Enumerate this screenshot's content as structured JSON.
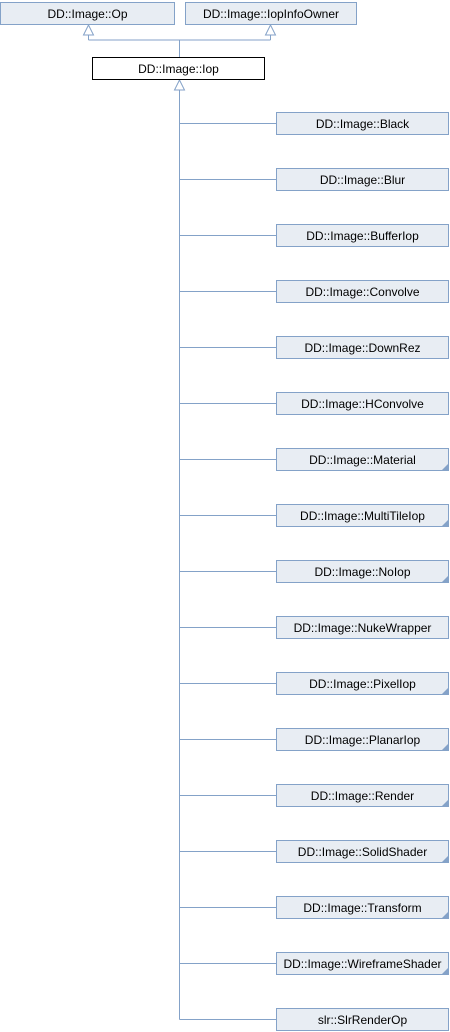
{
  "bases": [
    {
      "label": "DD::Image::Op",
      "name": "node-op"
    },
    {
      "label": "DD::Image::IopInfoOwner",
      "name": "node-iopinfoowner"
    }
  ],
  "current": {
    "label": "DD::Image::Iop"
  },
  "children": [
    {
      "label": "DD::Image::Black",
      "name": "node-black",
      "has_more": false
    },
    {
      "label": "DD::Image::Blur",
      "name": "node-blur",
      "has_more": false
    },
    {
      "label": "DD::Image::BufferIop",
      "name": "node-bufferiop",
      "has_more": false
    },
    {
      "label": "DD::Image::Convolve",
      "name": "node-convolve",
      "has_more": false
    },
    {
      "label": "DD::Image::DownRez",
      "name": "node-downrez",
      "has_more": false
    },
    {
      "label": "DD::Image::HConvolve",
      "name": "node-hconvolve",
      "has_more": false
    },
    {
      "label": "DD::Image::Material",
      "name": "node-material",
      "has_more": true
    },
    {
      "label": "DD::Image::MultiTileIop",
      "name": "node-multitileiop",
      "has_more": true
    },
    {
      "label": "DD::Image::NoIop",
      "name": "node-noiop",
      "has_more": true
    },
    {
      "label": "DD::Image::NukeWrapper",
      "name": "node-nukewrapper",
      "has_more": false
    },
    {
      "label": "DD::Image::PixelIop",
      "name": "node-pixeliop",
      "has_more": true
    },
    {
      "label": "DD::Image::PlanarIop",
      "name": "node-planariop",
      "has_more": true
    },
    {
      "label": "DD::Image::Render",
      "name": "node-render",
      "has_more": true
    },
    {
      "label": "DD::Image::SolidShader",
      "name": "node-solidshader",
      "has_more": true
    },
    {
      "label": "DD::Image::Transform",
      "name": "node-transform",
      "has_more": true
    },
    {
      "label": "DD::Image::WireframeShader",
      "name": "node-wireframeshader",
      "has_more": true
    },
    {
      "label": "slr::SlrRenderOp",
      "name": "node-slrrenderop",
      "has_more": false
    }
  ],
  "colors": {
    "edge": "#84a2c8",
    "node_fill": "#e8edf3",
    "node_border": "#84a2c8",
    "current_border": "#000000"
  }
}
